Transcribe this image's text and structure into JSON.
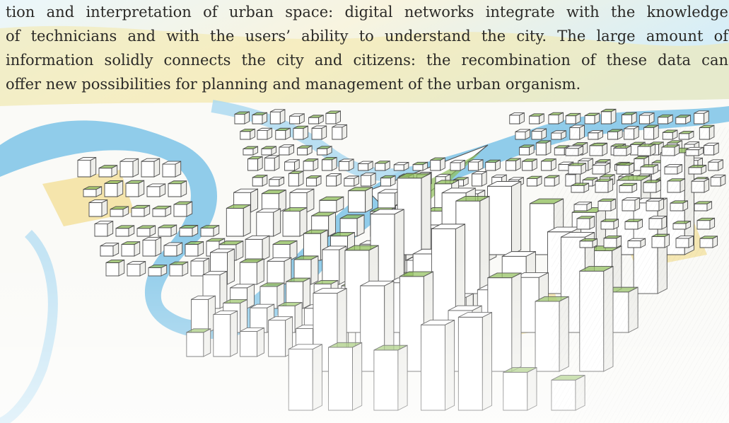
{
  "paragraph": {
    "line0": "tion and interpretation of urban space: digital networks integrate with the knowledge",
    "line1": "of technicians and with the users’ ability to understand the city. The large amount of",
    "line2": "information solidly connects the city and citizens: the recombination of these data can",
    "line3": "offer new possibilities for planning and management of the urban organism."
  },
  "illustration": {
    "subject": "hand-drawn-city-sketch",
    "colors": {
      "water": "#7cc3e8",
      "water_light": "#b6def2",
      "green": "#8fbf5a",
      "yellow": "#f1d77a",
      "ink": "#4a4a4a",
      "paper": "#ffffff"
    }
  }
}
